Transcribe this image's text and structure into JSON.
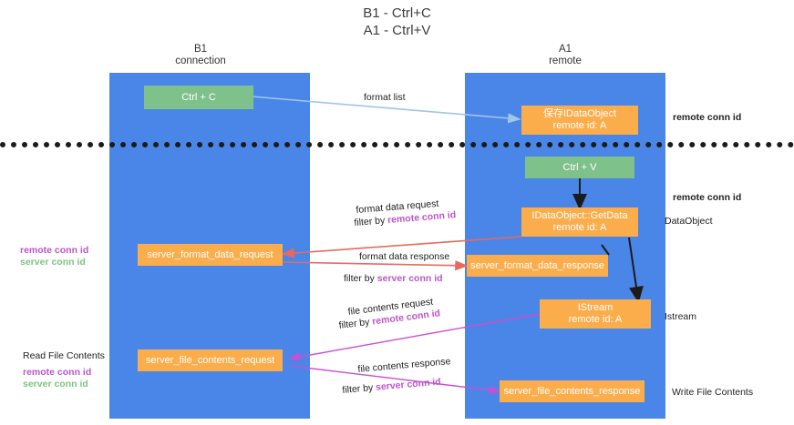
{
  "title": {
    "line1": "B1 - Ctrl+C",
    "line2": "A1 - Ctrl+V"
  },
  "lanes": [
    {
      "name": "B1",
      "sub": "connection"
    },
    {
      "name": "A1",
      "sub": "remote"
    }
  ],
  "boxes": {
    "ctrl_c": "Ctrl + C",
    "ctrl_v": "Ctrl + V",
    "save_dataobject_l1": "保存IDataObject",
    "save_dataobject_l2": "remote id: A",
    "getdata_l1": "IDataObject::GetData",
    "getdata_l2": "remote id: A",
    "istream_l1": "IStream",
    "istream_l2": "remote id: A",
    "server_format_data_request": "server_format_data_request",
    "server_format_data_response": "server_format_data_response",
    "server_file_contents_request": "server_file_contents_request",
    "server_file_contents_response": "server_file_contents_response"
  },
  "arrow_labels": {
    "format_list": "format list",
    "format_data_request": "format data request",
    "filter_by_prefix": "filter by ",
    "remote_conn_id": "remote conn id",
    "server_conn_id": "server conn id",
    "format_data_response": "format data response",
    "file_contents_request": "file contents request",
    "file_contents_response": "file contents response"
  },
  "side_labels": {
    "remote_conn_id_top": "remote conn id",
    "remote_conn_id_mid": "remote conn id",
    "left_remote_conn_id_mid": "remote conn id",
    "left_server_conn_id_mid": "server conn id",
    "read_file_contents": "Read File Contents",
    "left_remote_conn_id_bot": "remote conn id",
    "left_server_conn_id_bot": "server conn id",
    "dataobject": "DataObject",
    "istream": "Istream",
    "write_file_contents": "Write File Contents"
  },
  "colors": {
    "lane": "#4a86e8",
    "orange": "#fbad4b",
    "green": "#7fc18a",
    "purple": "#bb56c9",
    "green_text": "#7cc47f",
    "arrow_blue": "#9fc5e8",
    "arrow_red": "#e8695e",
    "arrow_magenta": "#c94fd1",
    "arrow_black": "#1b1b1b"
  }
}
